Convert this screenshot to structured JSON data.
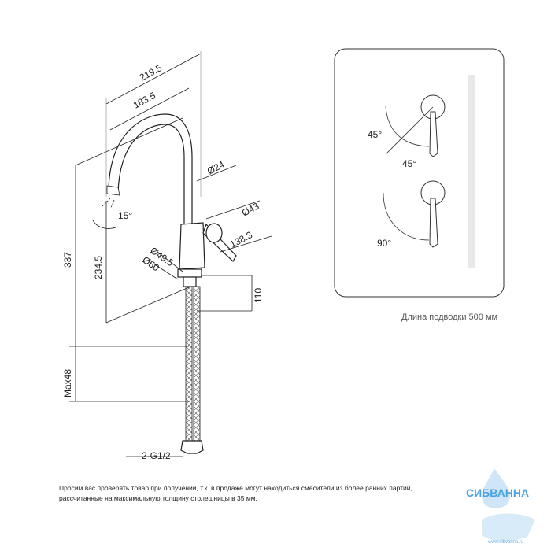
{
  "dimensions": {
    "width_total": "219.5",
    "width_spout": "183.5",
    "diam_spout": "Ø24",
    "diam_body": "Ø43",
    "body_len": "138.3",
    "diam_base_1": "Ø49.5",
    "diam_base_2": "Ø50",
    "height_total": "337",
    "height_spout": "234.5",
    "height_base": "110",
    "max_thickness": "Max48",
    "thread": "2-G1/2",
    "spout_angle": "15°"
  },
  "handle_view": {
    "angle_a": "45°",
    "angle_b": "45°",
    "angle_c": "90°",
    "caption": "Длина подводки 500 мм"
  },
  "note": {
    "line1": "Просим вас проверять товар при получении, т.к. в продаже могут находиться смесители из более ранних партий,",
    "line2": "рассчитанные на максимальную толщину столешницы в 35 мм."
  },
  "logo": {
    "text": "СИБВАННА",
    "url_text": "www.sibvanna.ru",
    "color": "#4aa3df"
  }
}
